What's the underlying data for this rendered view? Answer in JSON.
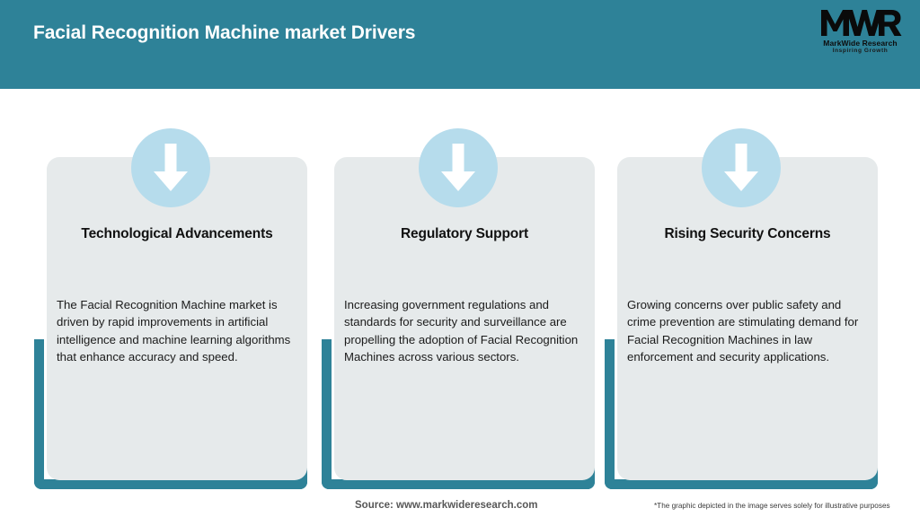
{
  "header": {
    "title": "Facial Recognition Machine market Drivers",
    "background_color": "#2e8298",
    "title_color": "#ffffff"
  },
  "logo": {
    "mark": "MWR",
    "name": "MarkWide Research",
    "tagline": "Inspiring Growth"
  },
  "cards": [
    {
      "icon": "down-arrow-icon",
      "title": "Technological Advancements",
      "body": "The Facial Recognition Machine market is driven by rapid improvements in artificial intelligence and machine learning algorithms that enhance accuracy and speed."
    },
    {
      "icon": "down-arrow-icon",
      "title": "Regulatory Support",
      "body": "Increasing government regulations and standards for security and surveillance are propelling the adoption of Facial Recognition Machines across various sectors."
    },
    {
      "icon": "down-arrow-icon",
      "title": "Rising Security Concerns",
      "body": "Growing concerns over public safety and crime prevention are stimulating demand for Facial Recognition Machines in law enforcement and security applications."
    }
  ],
  "footer": {
    "source": "Source: www.markwideresearch.com",
    "disclaimer": "*The graphic depicted in the image serves solely for illustrative purposes"
  },
  "colors": {
    "accent_teal": "#2e8298",
    "card_gray": "#e6eaeb",
    "icon_blue": "#b6dcec"
  }
}
